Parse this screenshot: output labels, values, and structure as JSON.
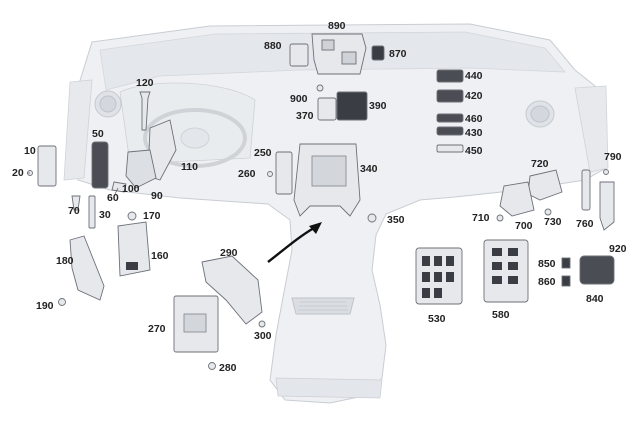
{
  "colors": {
    "background": "#ffffff",
    "dash_body": "#eef0f3",
    "dash_stroke": "#c9cdd3",
    "dash_shadow": "#dfe2e7",
    "part_fill": "#e6e8ec",
    "part_stroke": "#6d7179",
    "part_dark": "#3a3d43",
    "label": "#222222",
    "arrow": "#111111"
  },
  "icons": [
    "arrow-icon"
  ],
  "callouts": [
    "890",
    "880",
    "870",
    "120",
    "440",
    "420",
    "900",
    "390",
    "370",
    "460",
    "430",
    "450",
    "50",
    "10",
    "20",
    "250",
    "340",
    "260",
    "720",
    "790",
    "110",
    "100",
    "60",
    "90",
    "70",
    "30",
    "170",
    "710",
    "700",
    "730",
    "760",
    "350",
    "920",
    "290",
    "160",
    "180",
    "850",
    "860",
    "840",
    "530",
    "580",
    "190",
    "270",
    "300",
    "280"
  ]
}
